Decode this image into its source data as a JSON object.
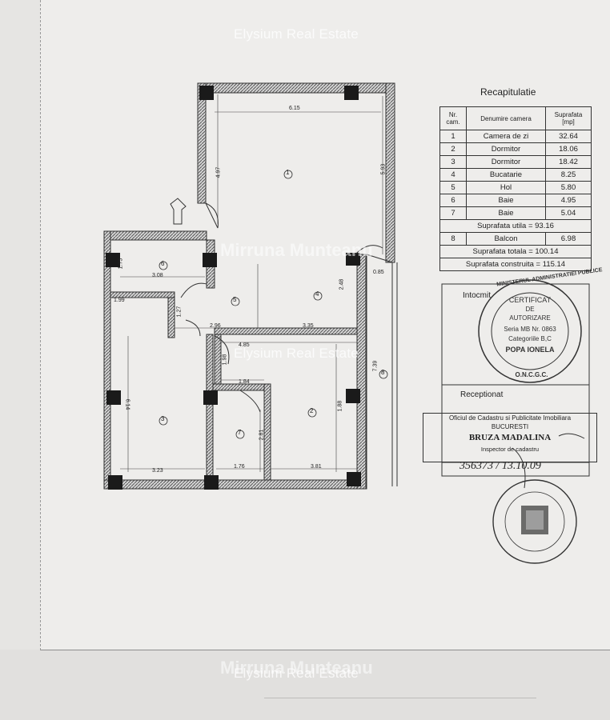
{
  "watermarks": {
    "top": "Elysium Real Estate",
    "middle": "Elysium Real Estate",
    "bottom": "Elysium Real Estate",
    "agent_1": "Mirruna Munteanu",
    "agent_2": "Mirruna Munteanu"
  },
  "recap": {
    "title": "Recapitulatie",
    "headers": {
      "nr": "Nr. cam.",
      "name": "Denumire camera",
      "area": "Suprafata [mp]"
    },
    "rooms": [
      {
        "nr": "1",
        "name": "Camera de zi",
        "area": "32.64"
      },
      {
        "nr": "2",
        "name": "Dormitor",
        "area": "18.06"
      },
      {
        "nr": "3",
        "name": "Dormitor",
        "area": "18.42"
      },
      {
        "nr": "4",
        "name": "Bucatarie",
        "area": "8.25"
      },
      {
        "nr": "5",
        "name": "Hol",
        "area": "5.80"
      },
      {
        "nr": "6",
        "name": "Baie",
        "area": "4.95"
      },
      {
        "nr": "7",
        "name": "Baie",
        "area": "5.04"
      }
    ],
    "useful_area": "Suprafata utila = 93.16",
    "balcony": {
      "nr": "8",
      "name": "Balcon",
      "area": "6.98"
    },
    "total_area": "Suprafata totala = 100.14",
    "built_area": "Suprafata construita = 115.14"
  },
  "stamp_1": {
    "heading": "Intocmit",
    "line1": "CERTIFICAT",
    "line2": "DE",
    "line3": "AUTORIZARE",
    "series": "Seria MB Nr. 0863",
    "categories": "Categoriile B,C",
    "name": "POPA IONELA",
    "ring_top": "MINISTERUL ADMINISTRATIEI PUBLICE",
    "ring_bottom": "O.N.C.G.C."
  },
  "reception": {
    "heading": "Receptionat",
    "office": "Oficiul de Cadastru si Publicitate Imobiliara",
    "city": "BUCURESTI",
    "inspector": "BRUZA MADALINA",
    "role": "Inspector de cadastru",
    "number": "356373 / 13.10.09"
  },
  "plan": {
    "rooms": [
      "1",
      "2",
      "3",
      "4",
      "5",
      "6",
      "7",
      "8"
    ],
    "dims": [
      "6.15",
      "4.97",
      "5.93",
      "3.08",
      "1.99",
      "2.96",
      "3.35",
      "2.48",
      "1.27",
      "4.85",
      "1.98",
      "1.84",
      "6.14",
      "2.81",
      "1.88",
      "3.23",
      "1.76",
      "3.81",
      "0.85",
      "7.39",
      "1.75"
    ]
  }
}
